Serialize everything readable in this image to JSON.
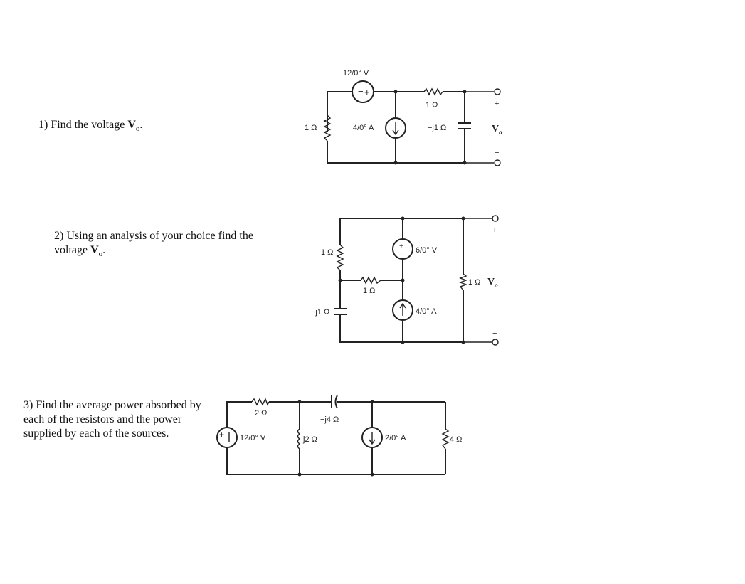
{
  "problems": [
    {
      "number": "1)",
      "pre": " Find the voltage ",
      "var": "V",
      "sub": "o",
      "post": "."
    },
    {
      "number": "2)",
      "pre": " Using an analysis of your choice find the voltage ",
      "var": "V",
      "sub": "o",
      "post": "."
    },
    {
      "number": "3)",
      "text": " Find the average power absorbed by each of the resistors and the power supplied by each of the sources."
    }
  ],
  "circuit1": {
    "vsource": "12/0° V",
    "csource": "4/0° A",
    "r_left": "1 Ω",
    "r_top": "1 Ω",
    "capacitor": "−j1 Ω",
    "plus": "+",
    "minus": "−",
    "vo": "V",
    "vo_sub": "o"
  },
  "circuit2": {
    "r_left": "1 Ω",
    "capacitor": "−j1 Ω",
    "r_mid": "1 Ω",
    "vsource": "6/0° V",
    "csource": "4/0° A",
    "r_right": "1 Ω",
    "plus": "+",
    "minus": "−",
    "vo": "V",
    "vo_sub": "o"
  },
  "circuit3": {
    "vsource": "12/0° V",
    "r_top": "2 Ω",
    "inductor": "j2 Ω",
    "capacitor": "−j4 Ω",
    "csource": "2/0° A",
    "r_right": "4 Ω"
  }
}
